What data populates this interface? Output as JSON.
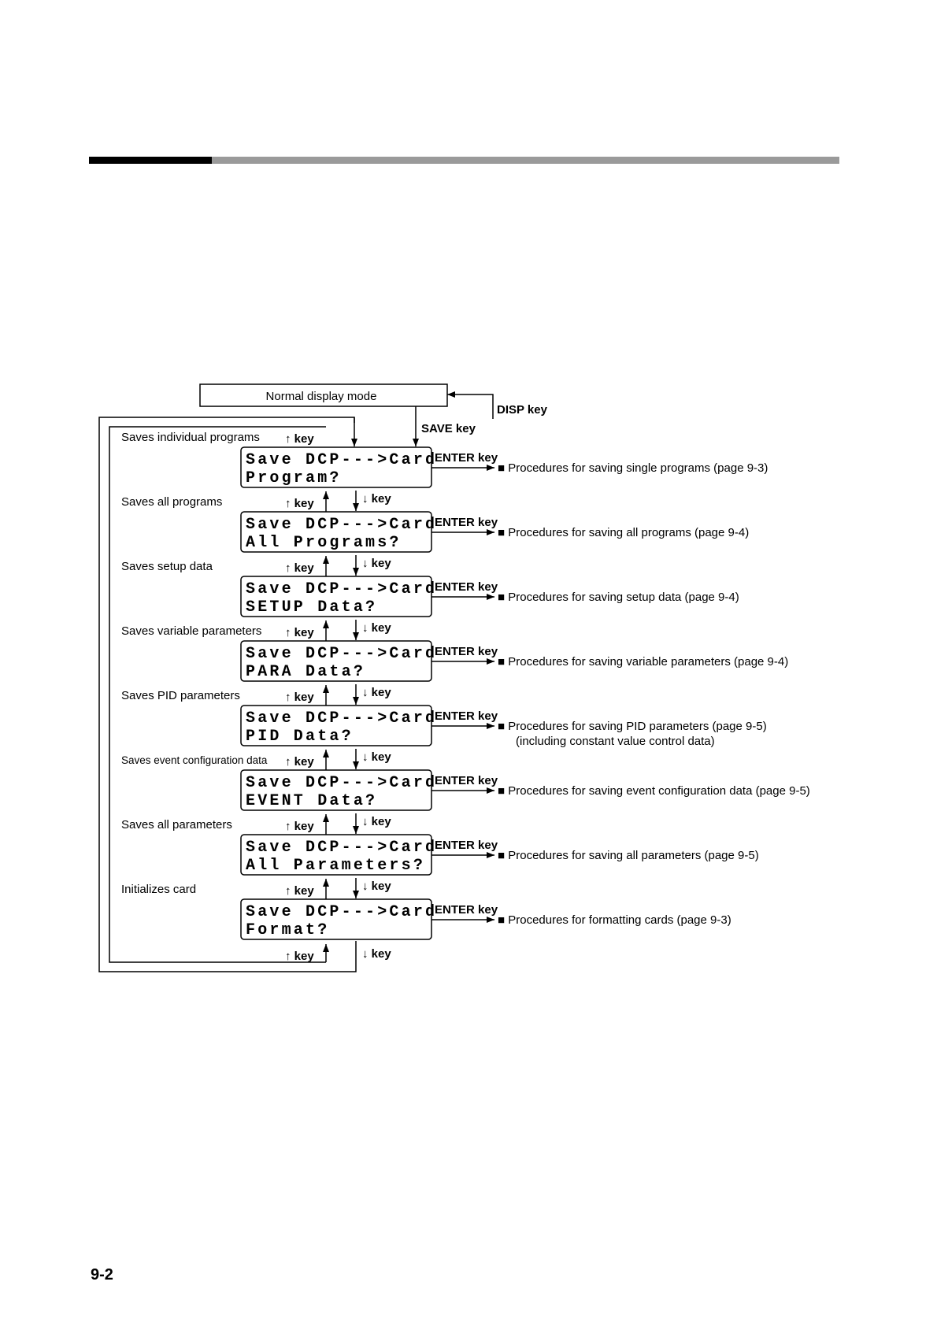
{
  "page_number": "9-2",
  "normal_mode": "Normal display mode",
  "disp_key": "DISP key",
  "save_key": "SAVE key",
  "enter_key": "ENTER key",
  "up_key": "↑ key",
  "down_key": "↓ key",
  "steps": [
    {
      "label": "Saves individual programs",
      "line1": "Save DCP--->Card",
      "line2": "Program?",
      "procedure": "■ Procedures for saving single programs (page 9-3)"
    },
    {
      "label": "Saves all programs",
      "line1": "Save DCP--->Card",
      "line2": "All Programs?",
      "procedure": "■ Procedures for saving all programs (page 9-4)"
    },
    {
      "label": "Saves setup data",
      "line1": "Save DCP--->Card",
      "line2": "SETUP Data?",
      "procedure": "■ Procedures for saving setup data (page 9-4)"
    },
    {
      "label": "Saves variable parameters",
      "line1": "Save DCP--->Card",
      "line2": "PARA Data?",
      "procedure": "■ Procedures for saving variable parameters (page 9-4)"
    },
    {
      "label": "Saves PID parameters",
      "line1": "Save DCP--->Card",
      "line2": "PID Data?",
      "procedure": "■ Procedures for saving PID parameters (page 9-5)",
      "procedure_note": "(including constant value control data)"
    },
    {
      "label": "Saves event configuration data",
      "line1": "Save DCP--->Card",
      "line2": "EVENT Data?",
      "procedure": "■ Procedures for saving event configuration data (page 9-5)"
    },
    {
      "label": "Saves all parameters",
      "line1": "Save DCP--->Card",
      "line2": "All Parameters?",
      "procedure": "■ Procedures for saving all parameters (page 9-5)"
    },
    {
      "label": "Initializes card",
      "line1": "Save DCP--->Card",
      "line2": "Format?",
      "procedure": "■ Procedures for formatting cards (page 9-3)"
    }
  ]
}
